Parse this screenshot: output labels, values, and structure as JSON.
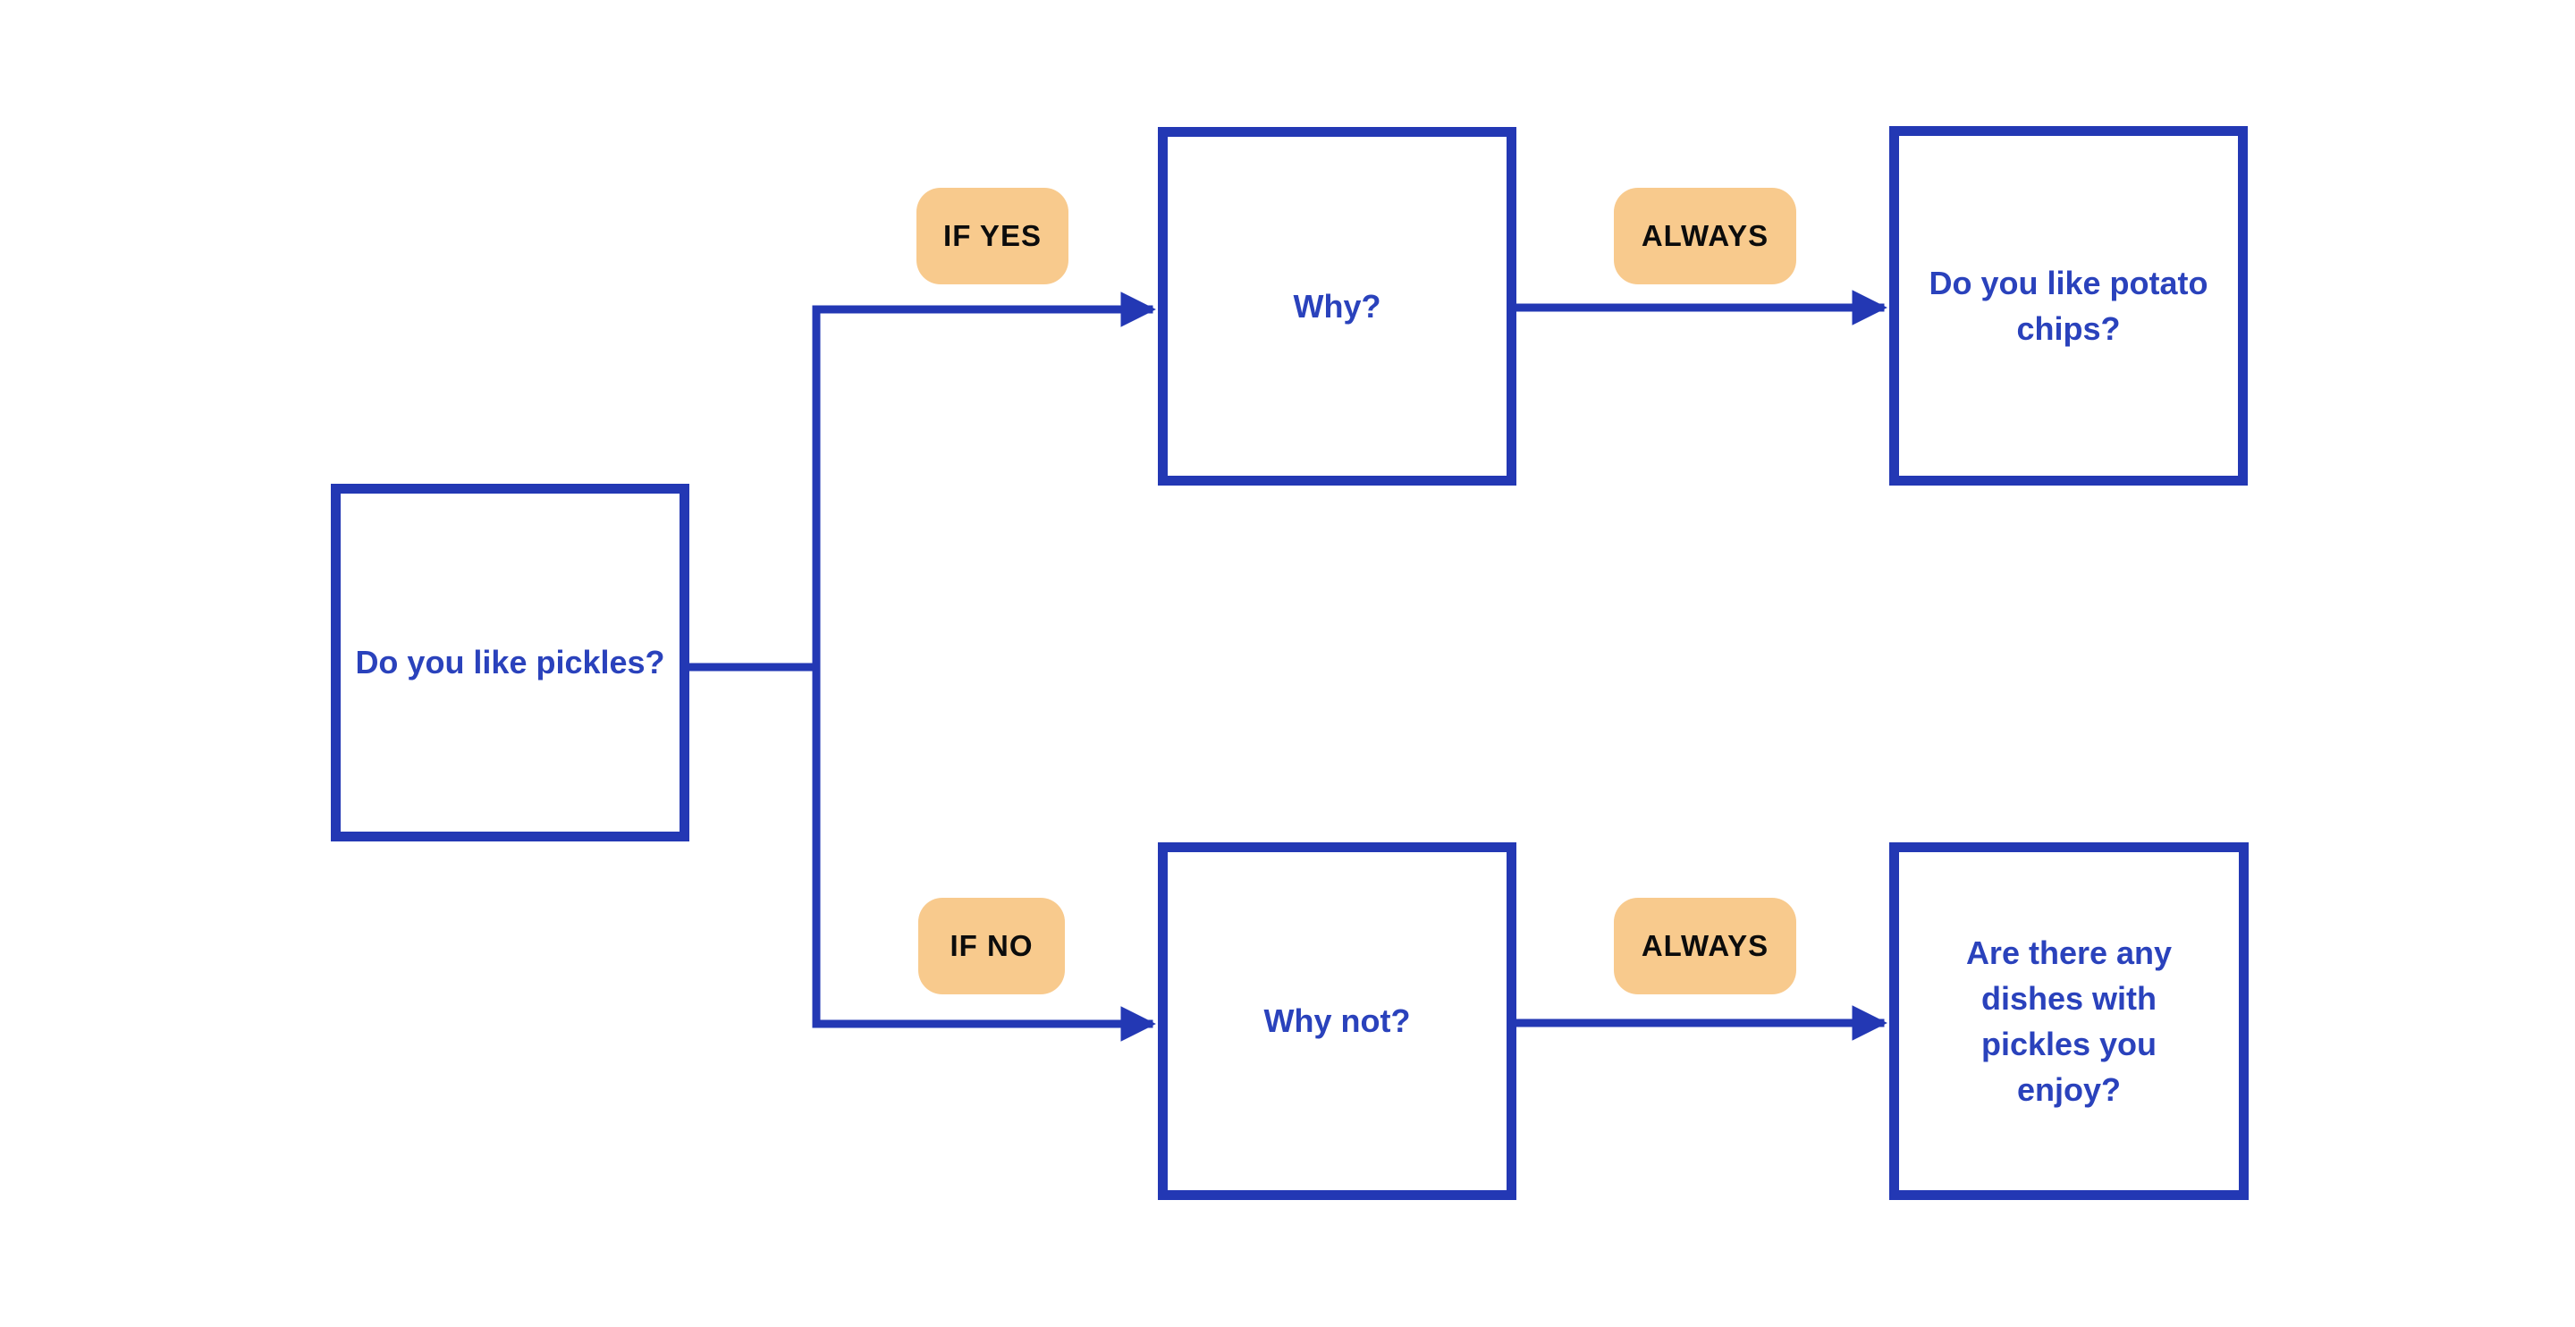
{
  "colors": {
    "blue": "#2338b4",
    "text_blue": "#2a42bc",
    "orange": "#f8ca8d",
    "badge_text": "#0c0c0c",
    "background": "#ffffff"
  },
  "diagram": {
    "type": "flowchart",
    "nodes": [
      {
        "id": "root",
        "label": "Do you like pickles?"
      },
      {
        "id": "why",
        "label": "Why?"
      },
      {
        "id": "potato-chips",
        "label": "Do you like potato chips?"
      },
      {
        "id": "why-not",
        "label": "Why not?"
      },
      {
        "id": "pickle-dishes",
        "label": "Are there any dishes with pickles you enjoy?"
      }
    ],
    "edges": [
      {
        "from": "root",
        "to": "why",
        "label": "IF YES"
      },
      {
        "from": "why",
        "to": "potato-chips",
        "label": "ALWAYS"
      },
      {
        "from": "root",
        "to": "why-not",
        "label": "IF NO"
      },
      {
        "from": "why-not",
        "to": "pickle-dishes",
        "label": "ALWAYS"
      }
    ]
  }
}
